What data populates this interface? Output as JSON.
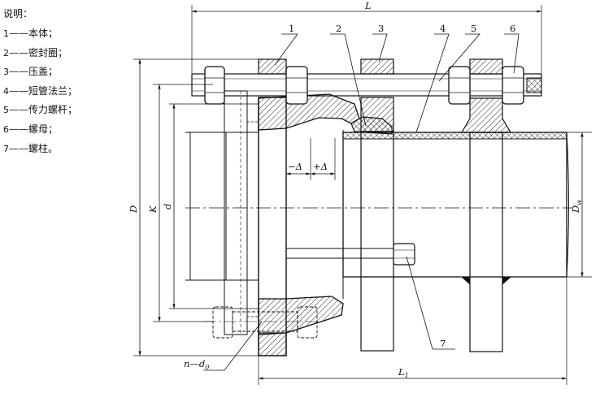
{
  "legend": {
    "title": "说明：",
    "items": [
      {
        "num": "1",
        "label": "——本体；"
      },
      {
        "num": "2",
        "label": "——密封圈；"
      },
      {
        "num": "3",
        "label": "——压盖；"
      },
      {
        "num": "4",
        "label": "——短管法兰；"
      },
      {
        "num": "5",
        "label": "——传力螺杆；"
      },
      {
        "num": "6",
        "label": "——螺母；"
      },
      {
        "num": "7",
        "label": "——螺柱。"
      }
    ]
  },
  "callouts": [
    "1",
    "2",
    "3",
    "4",
    "5",
    "6",
    "7"
  ],
  "dimensions": {
    "L": "L",
    "L1": "L",
    "L1_sub": "1",
    "D": "D",
    "K": "K",
    "d": "d",
    "Dw": "D",
    "Dw_sub": "w",
    "minus_delta": "−Δ",
    "plus_delta": "+Δ",
    "bolt_hole": "n—d",
    "bolt_hole_sub": "0"
  }
}
